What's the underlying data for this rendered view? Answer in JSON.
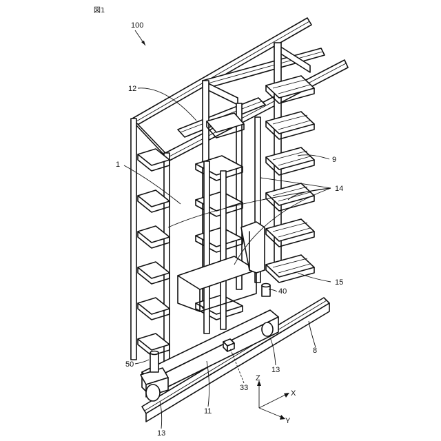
{
  "figure_label": "図1",
  "references": {
    "assembly": "100",
    "r1": "1",
    "r8": "8",
    "r9": "9",
    "r11": "11",
    "r12": "12",
    "r13a": "13",
    "r13b": "13",
    "r14": "14",
    "r15": "15",
    "r33": "33",
    "r40": "40",
    "r50": "50"
  },
  "axes": {
    "x": "X",
    "y": "Y",
    "z": "Z"
  }
}
